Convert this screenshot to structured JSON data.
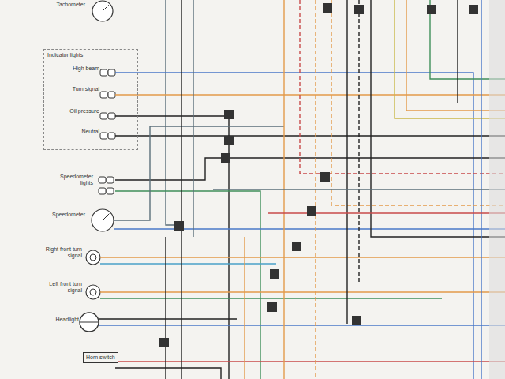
{
  "diagram": {
    "nodes": [
      {
        "text": [
          "Tachometer"
        ]
      },
      {
        "text": [
          "Indicator lights"
        ]
      },
      {
        "text": [
          "High beam"
        ],
        "in": 1
      },
      {
        "text": [
          "Turn signal"
        ],
        "in": 1
      },
      {
        "text": [
          "Oil pressure"
        ],
        "in": 1
      },
      {
        "text": [
          "Neutral"
        ],
        "in": 1
      },
      {
        "text": [
          "Speedometer lights"
        ]
      },
      {
        "text": [
          "Speedometer"
        ]
      },
      {
        "text": [
          "Right front turn signal"
        ]
      },
      {
        "text": [
          "Left front turn signal"
        ]
      },
      {
        "text": [
          "Headlight"
        ]
      },
      {
        "text": [
          "Horn switch"
        ]
      }
    ]
  }
}
